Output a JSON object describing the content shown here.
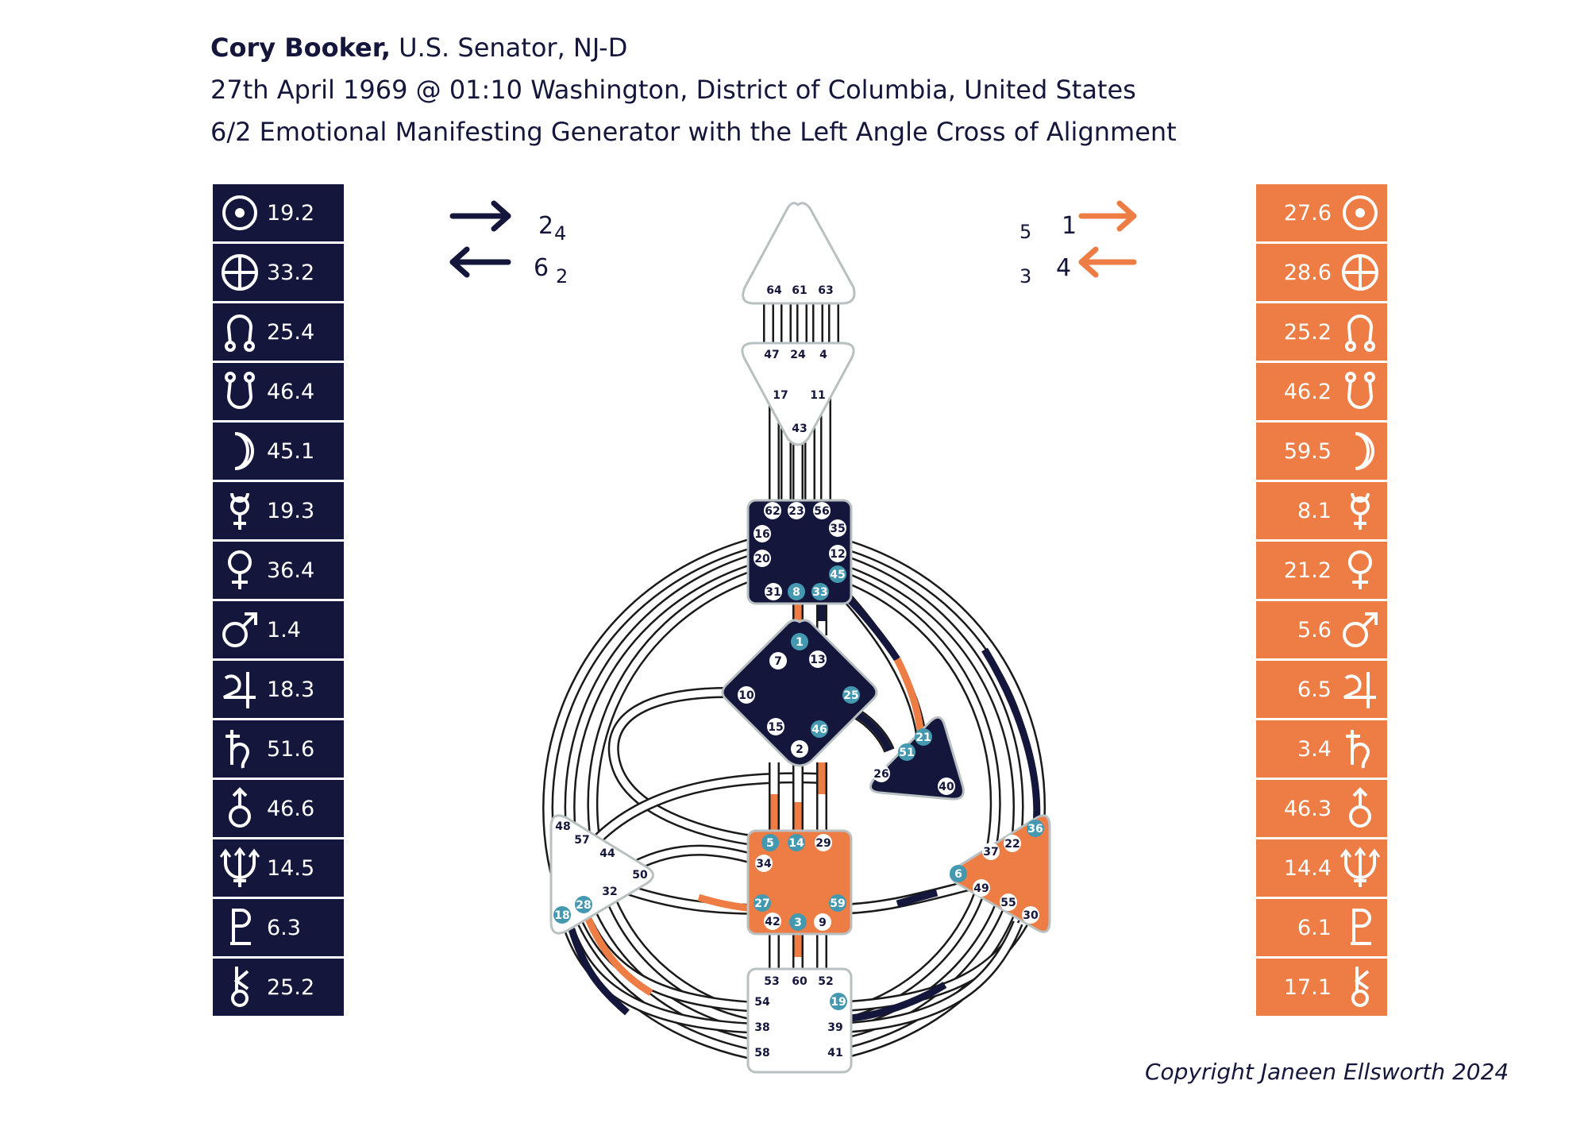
{
  "header": {
    "name": "Cory Booker,",
    "title": " U.S. Senator, NJ-D",
    "birth": "27th April 1969 @ 01:10 Washington, District of Columbia, United States",
    "type": "6/2 Emotional Manifesting Generator with the Left Angle Cross of Alignment"
  },
  "colors": {
    "design": "#14163b",
    "personality": "#ed7d45",
    "activated_gate": "#4499b0",
    "center_outline": "#b9c0c2"
  },
  "design": [
    {
      "planet_icon": "sun-icon",
      "value": "19.2"
    },
    {
      "planet_icon": "earth-icon",
      "value": "33.2"
    },
    {
      "planet_icon": "north-node-icon",
      "value": "25.4"
    },
    {
      "planet_icon": "south-node-icon",
      "value": "46.4"
    },
    {
      "planet_icon": "moon-icon",
      "value": "45.1"
    },
    {
      "planet_icon": "mercury-icon",
      "value": "19.3"
    },
    {
      "planet_icon": "venus-icon",
      "value": "36.4"
    },
    {
      "planet_icon": "mars-icon",
      "value": "1.4"
    },
    {
      "planet_icon": "jupiter-icon",
      "value": "18.3"
    },
    {
      "planet_icon": "saturn-icon",
      "value": "51.6"
    },
    {
      "planet_icon": "uranus-icon",
      "value": "46.6"
    },
    {
      "planet_icon": "neptune-icon",
      "value": "14.5"
    },
    {
      "planet_icon": "pluto-icon",
      "value": "6.3"
    },
    {
      "planet_icon": "chiron-icon",
      "value": "25.2"
    }
  ],
  "personality": [
    {
      "planet_icon": "sun-icon",
      "value": "27.6"
    },
    {
      "planet_icon": "earth-icon",
      "value": "28.6"
    },
    {
      "planet_icon": "north-node-icon",
      "value": "25.2"
    },
    {
      "planet_icon": "south-node-icon",
      "value": "46.2"
    },
    {
      "planet_icon": "moon-icon",
      "value": "59.5"
    },
    {
      "planet_icon": "mercury-icon",
      "value": "8.1"
    },
    {
      "planet_icon": "venus-icon",
      "value": "21.2"
    },
    {
      "planet_icon": "mars-icon",
      "value": "5.6"
    },
    {
      "planet_icon": "jupiter-icon",
      "value": "6.5"
    },
    {
      "planet_icon": "saturn-icon",
      "value": "3.4"
    },
    {
      "planet_icon": "uranus-icon",
      "value": "46.3"
    },
    {
      "planet_icon": "neptune-icon",
      "value": "14.4"
    },
    {
      "planet_icon": "pluto-icon",
      "value": "6.1"
    },
    {
      "planet_icon": "chiron-icon",
      "value": "17.1"
    }
  ],
  "variables": {
    "design_top": {
      "main": "2",
      "sub": "4",
      "direction": "right-arrow-icon"
    },
    "design_bottom": {
      "main": "6",
      "sub": "2",
      "direction": "left-arrow-icon"
    },
    "personality_top": {
      "main": "1",
      "sub": "5",
      "direction": "right-arrow-icon"
    },
    "personality_bottom": {
      "main": "4",
      "sub": "3",
      "direction": "left-arrow-icon"
    }
  },
  "centers": {
    "head": {
      "defined": false,
      "gates": [
        "64",
        "61",
        "63"
      ]
    },
    "ajna": {
      "defined": false,
      "gates": [
        "47",
        "24",
        "4",
        "17",
        "11",
        "43"
      ]
    },
    "throat": {
      "defined": true,
      "gates": [
        "62",
        "23",
        "56",
        "16",
        "35",
        "20",
        "12",
        "45",
        "31",
        "8",
        "33"
      ],
      "activated": [
        "45",
        "8",
        "33"
      ]
    },
    "g": {
      "defined": true,
      "gates": [
        "1",
        "7",
        "13",
        "10",
        "25",
        "15",
        "46",
        "2"
      ],
      "activated": [
        "1",
        "25",
        "46"
      ]
    },
    "ego": {
      "defined": true,
      "gates": [
        "21",
        "51",
        "26",
        "40"
      ],
      "activated": [
        "21",
        "51"
      ]
    },
    "spleen": {
      "defined": false,
      "gates": [
        "48",
        "57",
        "44",
        "50",
        "32",
        "28",
        "18"
      ],
      "activated": [
        "28",
        "18"
      ]
    },
    "sacral": {
      "defined": true,
      "gates": [
        "5",
        "14",
        "29",
        "34",
        "27",
        "59",
        "42",
        "3",
        "9"
      ],
      "activated": [
        "5",
        "14",
        "27",
        "59",
        "3"
      ]
    },
    "solar_plexus": {
      "defined": true,
      "gates": [
        "36",
        "37",
        "22",
        "6",
        "49",
        "55",
        "30"
      ],
      "activated": [
        "36",
        "6"
      ]
    },
    "root": {
      "defined": false,
      "gates": [
        "53",
        "60",
        "52",
        "54",
        "19",
        "38",
        "39",
        "58",
        "41"
      ],
      "activated": [
        "19"
      ]
    }
  },
  "copyright": "Copyright Janeen Ellsworth 2024"
}
